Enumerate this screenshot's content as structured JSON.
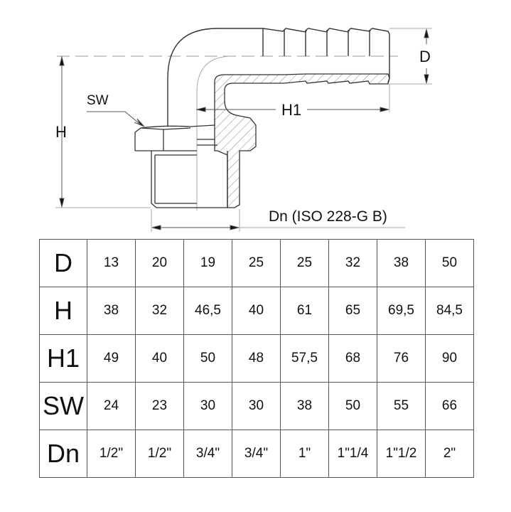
{
  "drawing": {
    "title": "90° elbow hose tail with male thread (technical drawing)",
    "labels": {
      "sw": "SW",
      "h": "H",
      "h1": "H1",
      "d": "D",
      "dn": "Dn (ISO 228-G B)"
    }
  },
  "table": {
    "rows": [
      {
        "key": "D",
        "values": [
          "13",
          "20",
          "19",
          "25",
          "25",
          "32",
          "38",
          "50"
        ]
      },
      {
        "key": "H",
        "values": [
          "38",
          "32",
          "46,5",
          "40",
          "61",
          "65",
          "69,5",
          "84,5"
        ]
      },
      {
        "key": "H1",
        "values": [
          "49",
          "40",
          "50",
          "48",
          "57,5",
          "68",
          "76",
          "90"
        ]
      },
      {
        "key": "SW",
        "values": [
          "24",
          "23",
          "30",
          "30",
          "38",
          "50",
          "55",
          "66"
        ]
      },
      {
        "key": "Dn",
        "values": [
          "1/2\"",
          "1/2\"",
          "3/4\"",
          "3/4\"",
          "1\"",
          "1\"1/4",
          "1\"1/2",
          "2\""
        ]
      }
    ]
  }
}
